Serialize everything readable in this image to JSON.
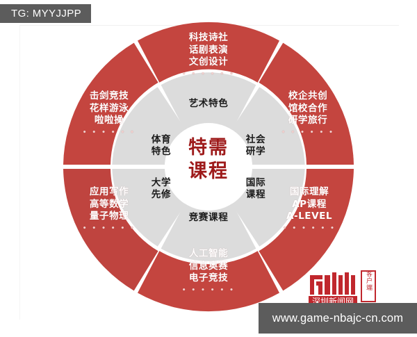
{
  "watermarks": {
    "tag": "TG: MYYJJPP",
    "url": "www.game-nbajc-cn.com"
  },
  "logo": {
    "wordmark": "深圳新闻网",
    "seal": "客户端",
    "mark_letters": "圳"
  },
  "diagram": {
    "type": "donut-wheel",
    "center_label_lines": [
      "特需",
      "课程"
    ],
    "colors": {
      "outer_ring": "#c4453f",
      "outer_ring_alt": "#b9443f",
      "inner_ring": "#dcdcdc",
      "core": "#ffffff",
      "divider": "#ffffff",
      "center_text": "#9e1b1b",
      "outer_text": "#ffffff",
      "inner_text": "#1a1a1a",
      "dots": "#f0cfcd"
    },
    "sectors": [
      {
        "position": "top",
        "inner_label_lines": [
          "艺术特色"
        ],
        "outer_label_lines": [
          "科技诗社",
          "话剧表演",
          "文创设计"
        ],
        "ellipsis": "• • • • • •"
      },
      {
        "position": "upper-right",
        "inner_label_lines": [
          "社会",
          "研学"
        ],
        "outer_label_lines": [
          "校企共创",
          "馆校合作",
          "研学旅行"
        ],
        "ellipsis": "• • • • • •"
      },
      {
        "position": "lower-right",
        "inner_label_lines": [
          "国际",
          "课程"
        ],
        "outer_label_lines": [
          "国际理解",
          "AP课程",
          "A-LEVEL"
        ],
        "ellipsis": "• • • • • •"
      },
      {
        "position": "bottom",
        "inner_label_lines": [
          "竞赛课程"
        ],
        "outer_label_lines": [
          "人工智能",
          "信息奥赛",
          "电子竞技"
        ],
        "ellipsis": "• • • • • •"
      },
      {
        "position": "lower-left",
        "inner_label_lines": [
          "大学",
          "先修"
        ],
        "outer_label_lines": [
          "应用写作",
          "高等数学",
          "量子物理"
        ],
        "ellipsis": "• • • • • •"
      },
      {
        "position": "upper-left",
        "inner_label_lines": [
          "体育",
          "特色"
        ],
        "outer_label_lines": [
          "击剑竞技",
          "花样游泳",
          "啦啦操"
        ],
        "ellipsis": "• • • • • •"
      }
    ]
  }
}
